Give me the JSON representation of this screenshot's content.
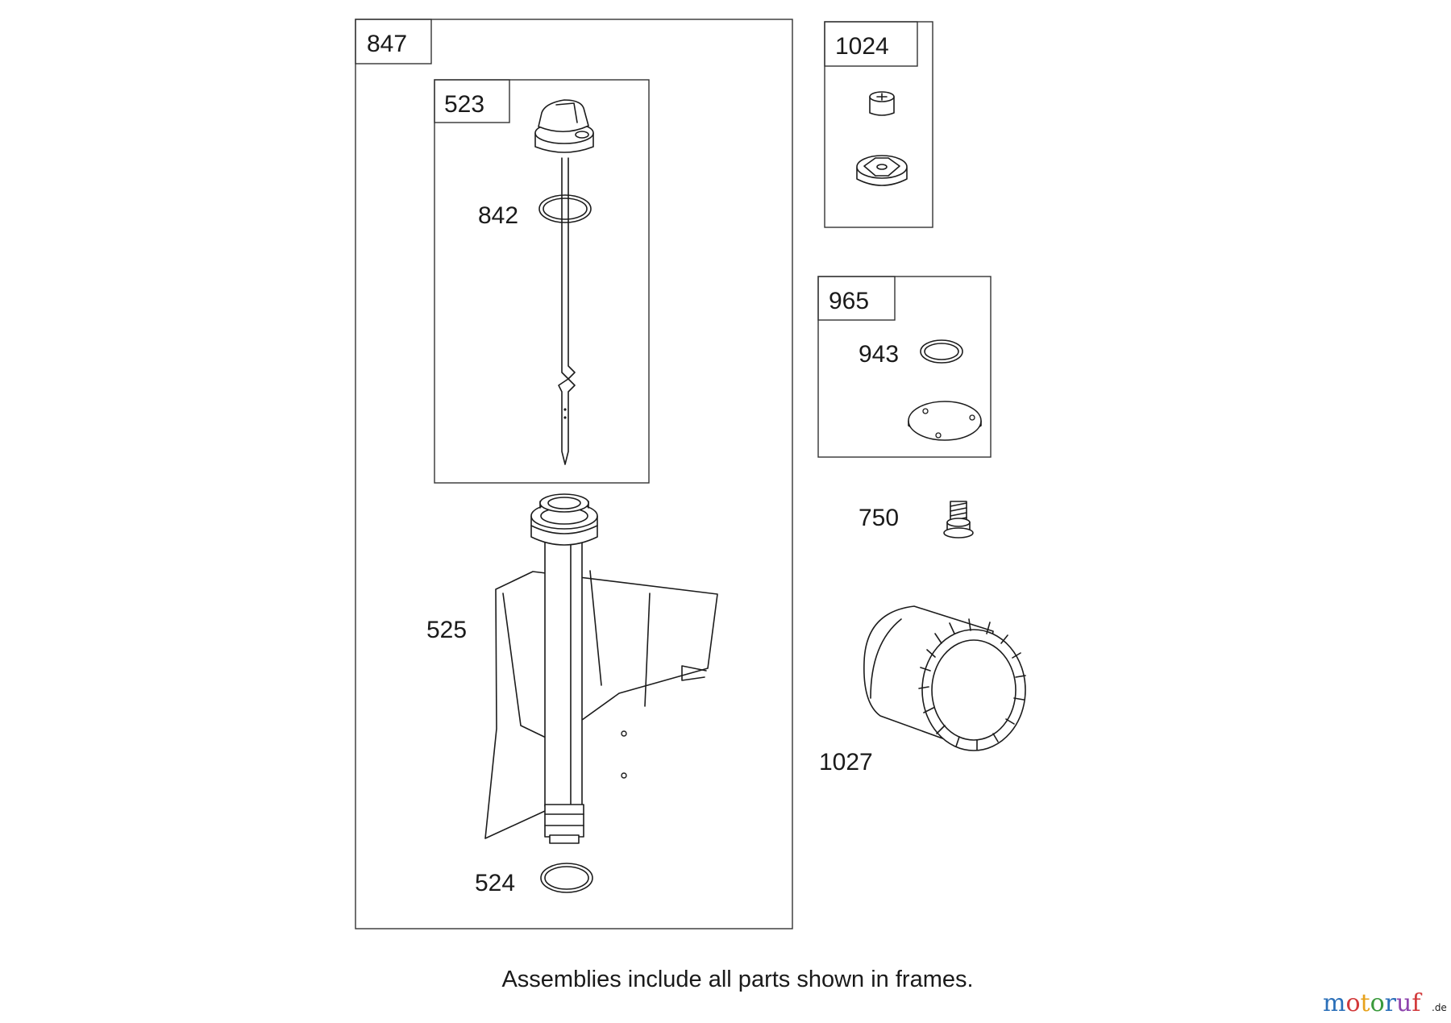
{
  "frames": {
    "f847": "847",
    "f523": "523",
    "f1024": "1024",
    "f965": "965"
  },
  "callouts": {
    "c842": "842",
    "c525": "525",
    "c524": "524",
    "c943": "943",
    "c750": "750",
    "c1027": "1027"
  },
  "caption": "Assemblies include all parts shown in frames.",
  "watermark": {
    "letters": [
      "m",
      "o",
      "t",
      "o",
      "r",
      "u",
      "f"
    ],
    "colors": [
      "#2a6fb8",
      "#d2393a",
      "#e7a21c",
      "#3a9a3c",
      "#2a6fb8",
      "#8e44ad",
      "#d2393a"
    ],
    "suffix": ".de"
  }
}
